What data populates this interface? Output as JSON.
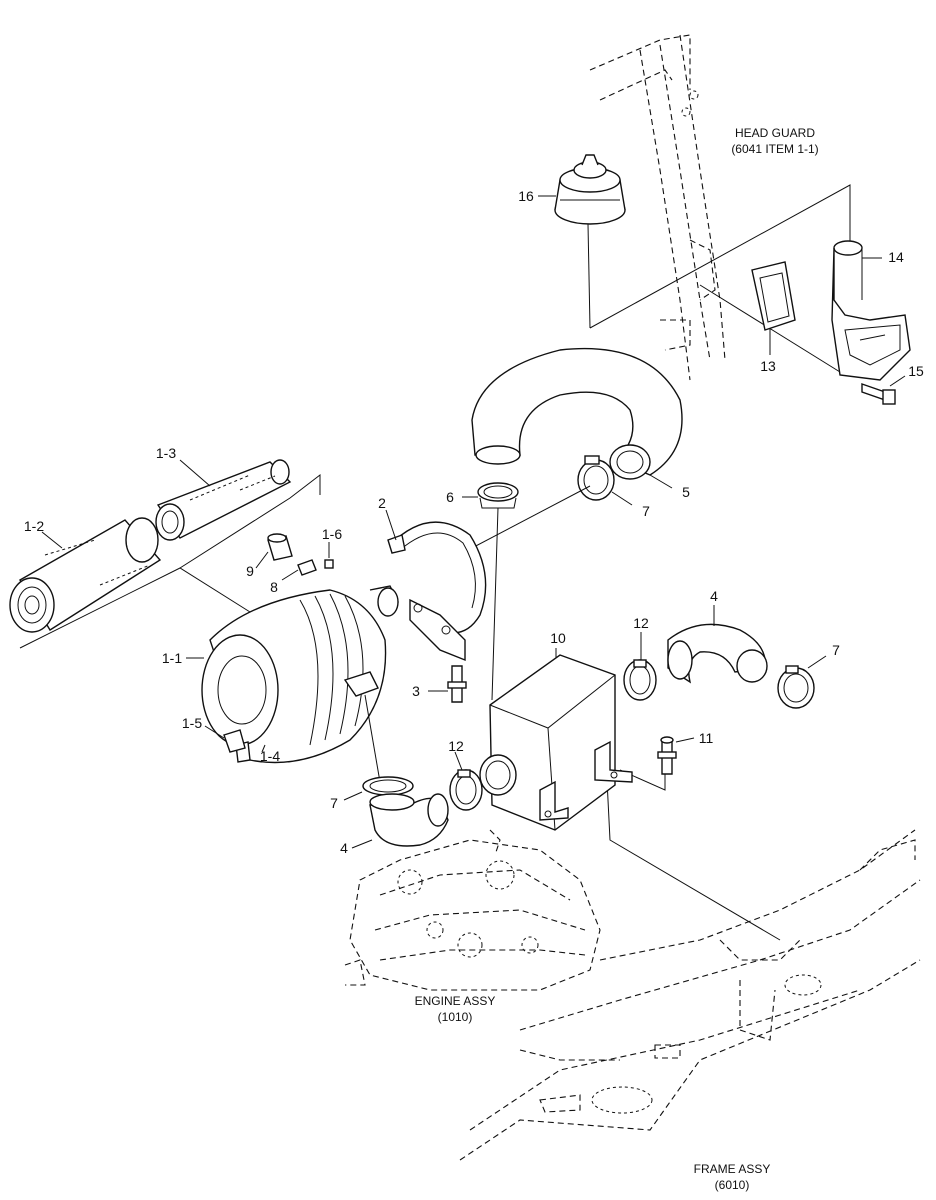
{
  "references": {
    "head_guard": [
      "HEAD GUARD",
      "(6041 ITEM 1-1)"
    ],
    "engine_assy": [
      "ENGINE ASSY",
      "(1010)"
    ],
    "frame_assy": [
      "FRAME ASSY",
      "(6010)"
    ]
  },
  "callouts": {
    "c1_1": "1-1",
    "c1_2": "1-2",
    "c1_3": "1-3",
    "c1_4": "1-4",
    "c1_5": "1-5",
    "c1_6": "1-6",
    "c2": "2",
    "c3": "3",
    "c4a": "4",
    "c4b": "4",
    "c5": "5",
    "c6": "6",
    "c7a": "7",
    "c7b": "7",
    "c7c": "7",
    "c8": "8",
    "c9": "9",
    "c10": "10",
    "c11": "11",
    "c12a": "12",
    "c12b": "12",
    "c13": "13",
    "c14": "14",
    "c15": "15",
    "c16": "16"
  }
}
